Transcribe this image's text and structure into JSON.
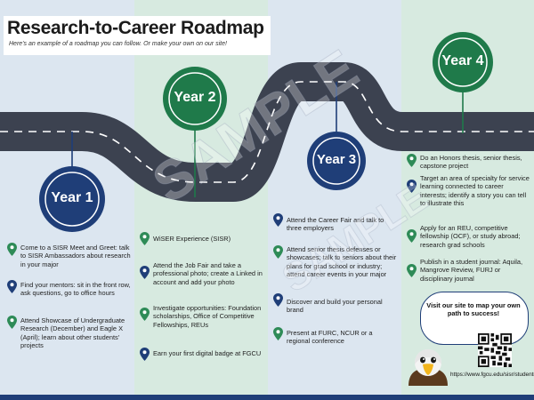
{
  "header": {
    "title": "Research-to-Career Roadmap",
    "subtitle": "Here's an example of a roadmap you can follow. Or make your own on our site!"
  },
  "years": [
    {
      "label": "Year 1",
      "color": "#1f3e78",
      "items": [
        {
          "icon": "map-pin-icon",
          "color": "#2e8b57",
          "text": "Come to a SISR Meet and Greet: talk to SISR Ambassadors about research in your major"
        },
        {
          "icon": "map-pin-icon",
          "color": "#1f3e78",
          "text": "Find your mentors: sit in the front row, ask questions, go to office hours"
        },
        {
          "icon": "map-pin-icon",
          "color": "#2e8b57",
          "text": "Attend Showcase of Undergraduate Research (December) and Eagle X (April); learn about other students' projects"
        }
      ]
    },
    {
      "label": "Year 2",
      "color": "#1f7a4a",
      "items": [
        {
          "icon": "map-pin-icon",
          "color": "#2e8b57",
          "text": "WiSER Experience (SISR)"
        },
        {
          "icon": "map-pin-icon",
          "color": "#1f3e78",
          "text": "Attend the Job Fair and take a professional photo; create a Linked in account and add your photo"
        },
        {
          "icon": "map-pin-icon",
          "color": "#2e8b57",
          "text": "Investigate opportunities: Foundation scholarships, Office of Competitive Fellowships, REUs"
        },
        {
          "icon": "map-pin-icon",
          "color": "#1f3e78",
          "text": "Earn your first digital badge at FGCU"
        }
      ]
    },
    {
      "label": "Year 3",
      "color": "#1f3e78",
      "items": [
        {
          "icon": "map-pin-icon",
          "color": "#1f3e78",
          "text": "Attend the Career Fair and talk to three employers"
        },
        {
          "icon": "map-pin-icon",
          "color": "#2e8b57",
          "text": "Attend senior thesis defenses or showcases; talk to seniors about their plans for grad school or industry; attend career events in your major"
        },
        {
          "icon": "map-pin-icon",
          "color": "#1f3e78",
          "text": "Discover and build your personal brand"
        },
        {
          "icon": "map-pin-icon",
          "color": "#2e8b57",
          "text": "Present at FURC, NCUR or a regional conference"
        }
      ]
    },
    {
      "label": "Year 4",
      "color": "#1f7a4a",
      "items": [
        {
          "icon": "map-pin-icon",
          "color": "#2e8b57",
          "text": "Do an Honors thesis, senior thesis, capstone project"
        },
        {
          "icon": "map-pin-icon",
          "color": "#1f3e78",
          "text": "Target an area of specialty for service learning connected to career interests; identify a story you can tell to illustrate this"
        },
        {
          "icon": "map-pin-icon",
          "color": "#2e8b57",
          "text": "Apply for an REU, competitive fellowship (OCF), or study abroad; research grad schools"
        },
        {
          "icon": "map-pin-icon",
          "color": "#2e8b57",
          "text": "Publish in a student journal: Aquila, Mangrove Review, FURJ or disciplinary journal"
        }
      ]
    }
  ],
  "callout": {
    "text": "Visit our site to map your own path to success!",
    "url": "https://www.fgcu.edu/sisr/studentroadmap",
    "qr_icon": "qr-code-icon",
    "mascot_icon": "eagle-mascot-icon"
  },
  "watermark": {
    "text": "SAMPLE"
  },
  "colors": {
    "navy": "#1f3e78",
    "green": "#1f7a4a",
    "road": "#3c4250",
    "panel_blue": "#dce6f0",
    "panel_green": "#d7eae0"
  }
}
